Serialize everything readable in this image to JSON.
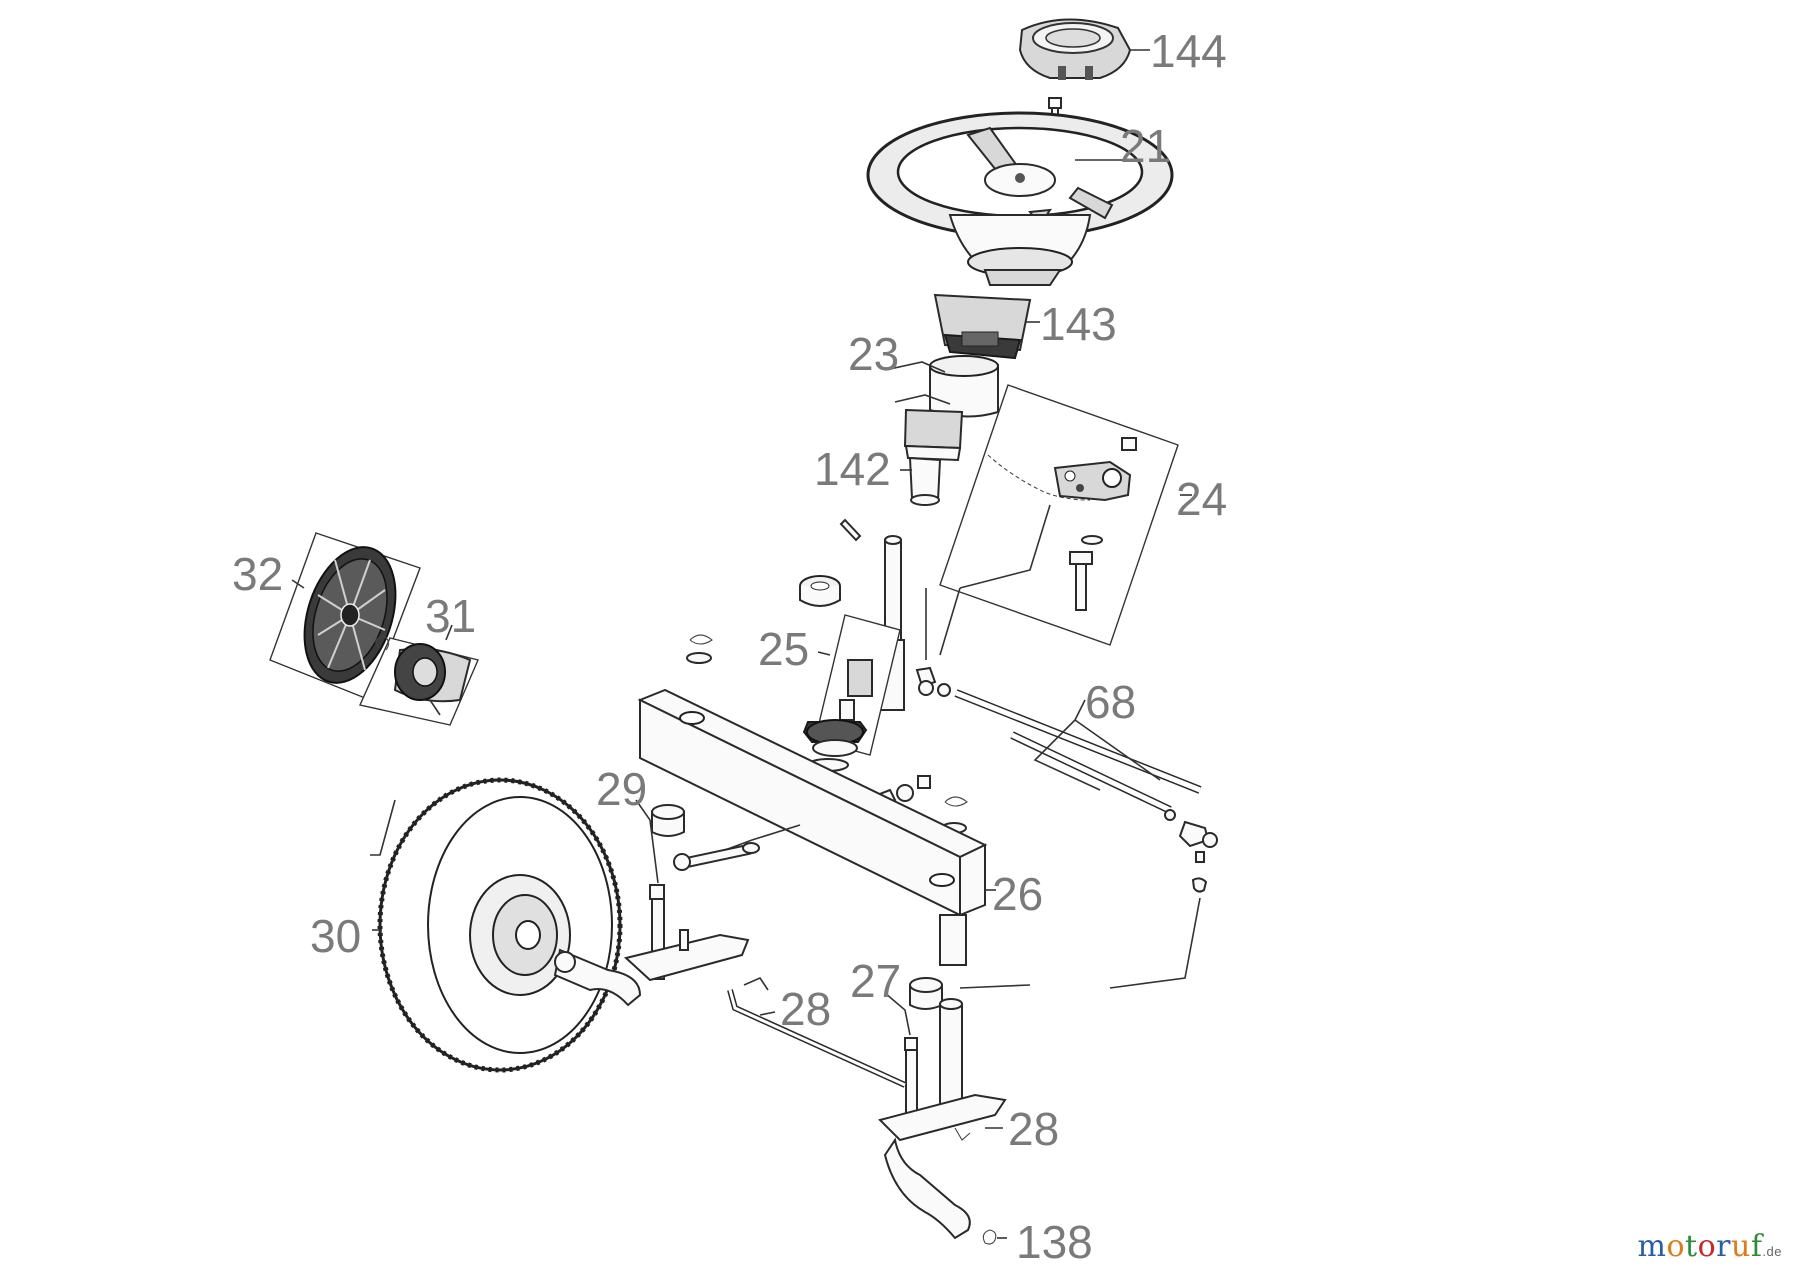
{
  "diagram": {
    "part_labels": {
      "p144": "144",
      "p21": "21",
      "p143": "143",
      "p23": "23",
      "p142": "142",
      "p24": "24",
      "p32": "32",
      "p31": "31",
      "p25": "25",
      "p68": "68",
      "p29": "29",
      "p26": "26",
      "p30": "30",
      "p27": "27",
      "p28a": "28",
      "p28b": "28",
      "p138": "138"
    }
  },
  "logo": {
    "letters": [
      "m",
      "o",
      "t",
      "o",
      "r",
      "u",
      "f"
    ],
    "suffix": ".de",
    "colors": [
      "#2a5caa",
      "#e07b1a",
      "#2e8b3a",
      "#c8282d",
      "#2a5caa",
      "#e07b1a",
      "#2e8b3a"
    ]
  },
  "colors": {
    "label": "#7a7a7a",
    "line": "#333333"
  }
}
